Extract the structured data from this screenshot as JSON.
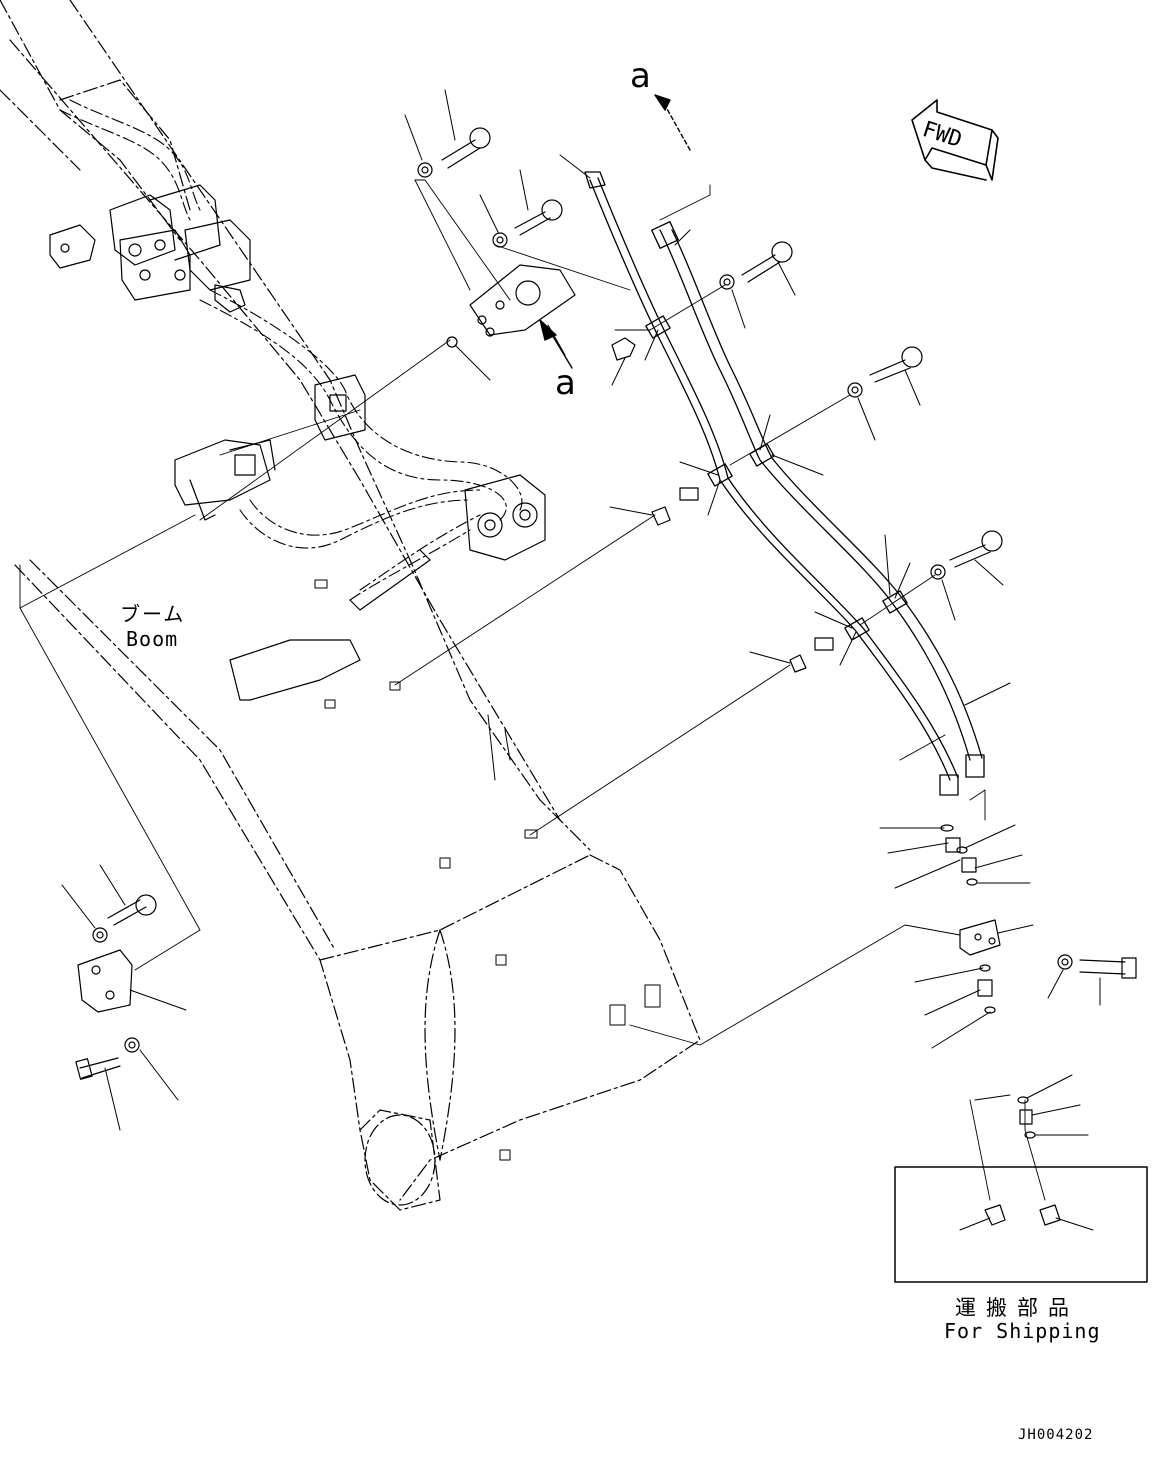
{
  "labels": {
    "view_a_top": "a",
    "view_a_mid": "a",
    "fwd": "FWD",
    "boom_jp": "ブーム",
    "boom_en": "Boom",
    "shipping_jp": "運搬部品",
    "shipping_en": "For Shipping",
    "drawing_code": "JH004202"
  },
  "colors": {
    "line": "#000000",
    "background": "#ffffff"
  },
  "icons": {
    "fwd_arrow": "fwd-arrow-icon",
    "view_arrow": "view-arrow-icon"
  }
}
